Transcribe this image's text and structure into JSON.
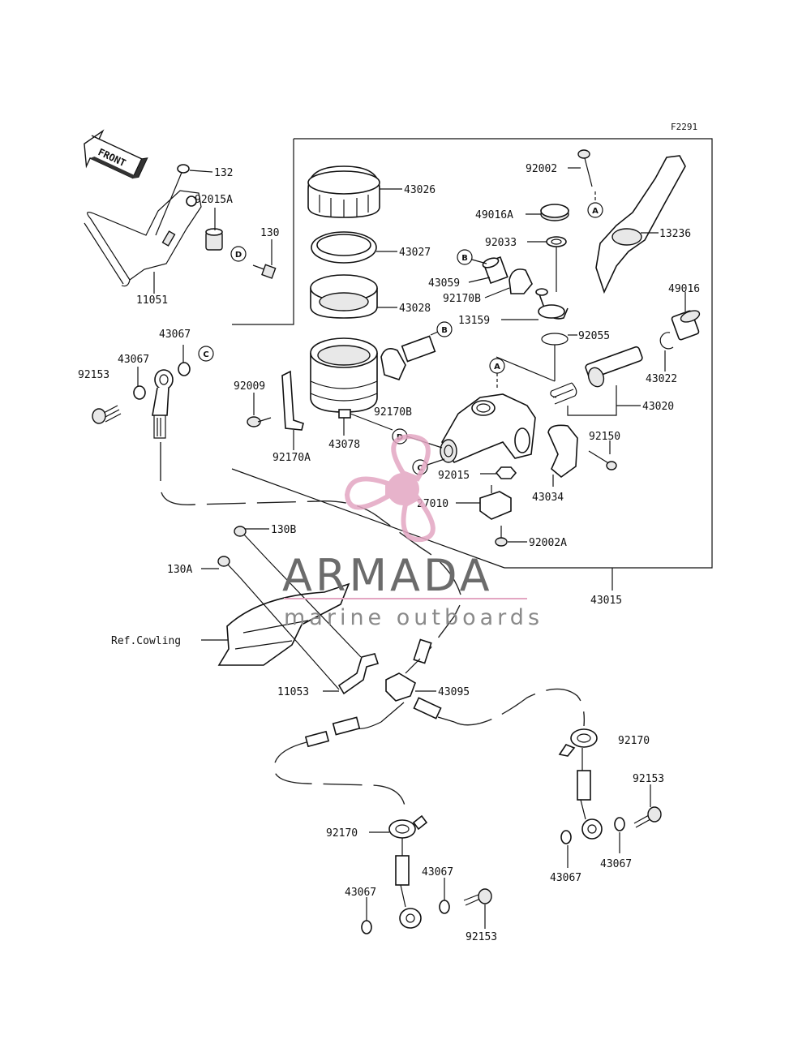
{
  "figure_code": "F2291",
  "direction_arrow": "FRONT",
  "watermark": {
    "brand": "ARMADA",
    "tagline": "marine outboards",
    "logo": "propeller-logo",
    "logo_color": "#e3a6c2"
  },
  "reference_letters": [
    "A",
    "B",
    "C",
    "D"
  ],
  "part_labels": {
    "p132": "132",
    "p92015A": "92015A",
    "p130": "130",
    "p11051": "11051",
    "p43067a": "43067",
    "p43067b": "43067",
    "p92153a": "92153",
    "p43026": "43026",
    "p43027": "43027",
    "p43028": "43028",
    "p43078": "43078",
    "p92009": "92009",
    "p92170A": "92170A",
    "p92170Ba": "92170B",
    "p92170Bb": "92170B",
    "p43059": "43059",
    "p92002": "92002",
    "p49016A": "49016A",
    "p92033": "92033",
    "p13159": "13159",
    "p92055": "92055",
    "p13236": "13236",
    "p49016": "49016",
    "p43022": "43022",
    "p43020": "43020",
    "p92150": "92150",
    "p43034": "43034",
    "p92015": "92015",
    "p27010": "27010",
    "p92002A": "92002A",
    "p43015": "43015",
    "p130B": "130B",
    "p130A": "130A",
    "pRefCowling": "Ref.Cowling",
    "p11053": "11053",
    "p43095": "43095",
    "p92170a": "92170",
    "p92170b": "92170",
    "p92153b": "92153",
    "p92153c": "92153",
    "p43067c": "43067",
    "p43067d": "43067",
    "p43067e": "43067",
    "p43067f": "43067"
  }
}
